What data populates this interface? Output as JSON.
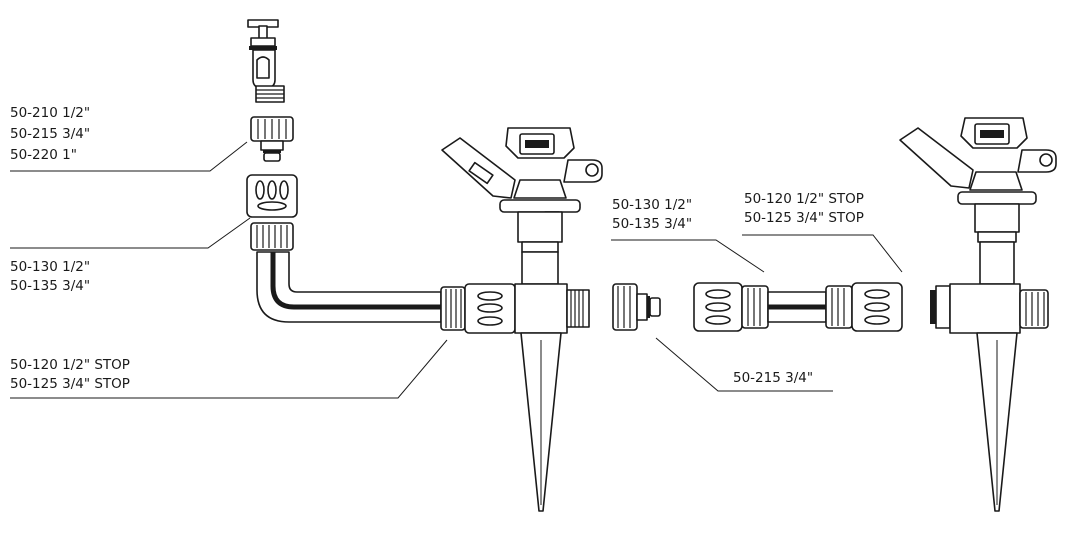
{
  "labels": {
    "faucet_adapter": {
      "line1": "50-210  1/2\"",
      "line2": "50-215  3/4\"",
      "line3": "50-220  1\""
    },
    "hose_connector_left": {
      "line1": "50-130  1/2\"",
      "line2": "50-135  3/4\""
    },
    "stop_connector_left": {
      "line1": "50-120  1/2\" STOP",
      "line2": "50-125  3/4\" STOP"
    },
    "hose_connector_mid": {
      "line1": "50-130  1/2\"",
      "line2": "50-135  3/4\""
    },
    "stop_connector_right": {
      "line1": "50-120  1/2\" STOP",
      "line2": "50-125  3/4\" STOP"
    },
    "spike_adapter": {
      "line1": "50-215  3/4\""
    }
  },
  "colors": {
    "ink": "#1a1a1a",
    "paper": "#ffffff"
  }
}
